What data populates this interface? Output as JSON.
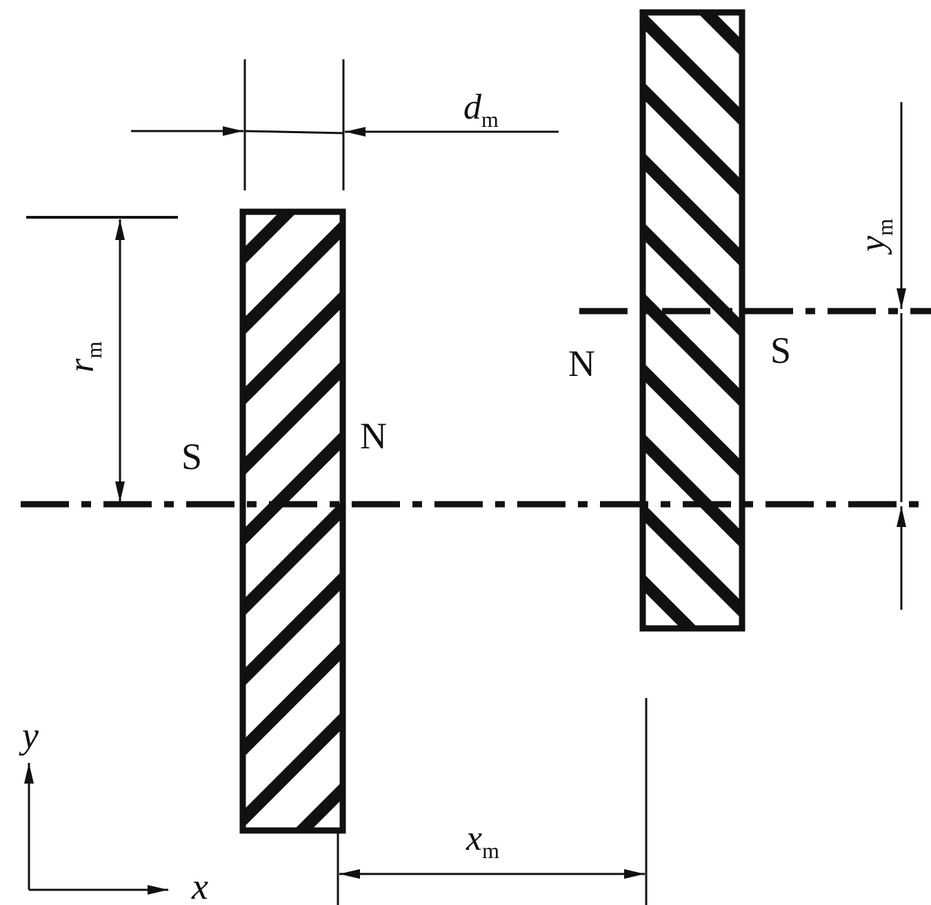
{
  "labels": {
    "dm_main": "d",
    "dm_sub": "m",
    "rm_main": "r",
    "rm_sub": "m",
    "ym_main": "y",
    "ym_sub": "m",
    "xm_main": "x",
    "xm_sub": "m",
    "magnet1_left_pole": "S",
    "magnet1_right_pole": "N",
    "magnet2_left_pole": "N",
    "magnet2_right_pole": "S",
    "axis_x": "x",
    "axis_y": "y"
  },
  "colors": {
    "stroke": "#111111",
    "background": "#ffffff"
  }
}
